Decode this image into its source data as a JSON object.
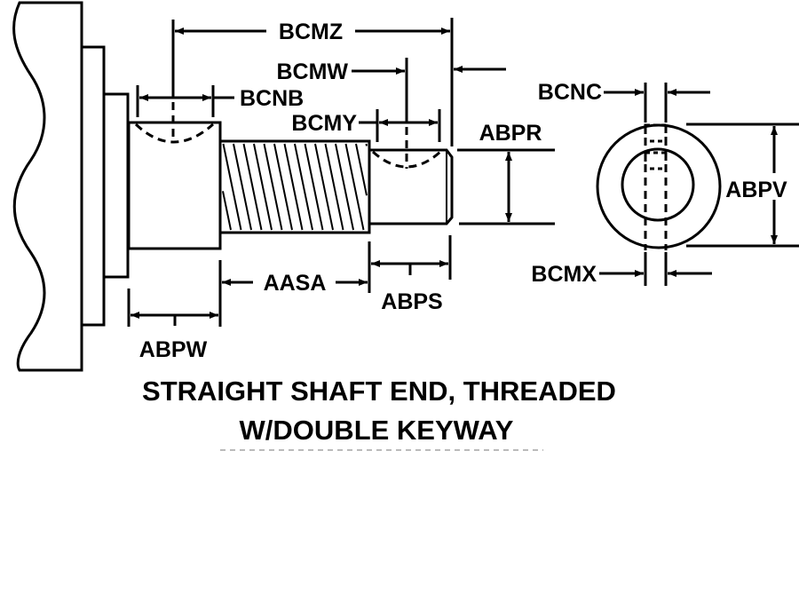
{
  "labels": {
    "bcmz": "BCMZ",
    "bcmw": "BCMW",
    "bcnb": "BCNB",
    "bcmy": "BCMY",
    "abpr": "ABPR",
    "bcnc": "BCNC",
    "abpv": "ABPV",
    "bcmx": "BCMX",
    "aasa": "AASA",
    "abps": "ABPS",
    "abpw": "ABPW"
  },
  "title": {
    "line1": "STRAIGHT SHAFT END, THREADED",
    "line2": "W/DOUBLE KEYWAY"
  }
}
